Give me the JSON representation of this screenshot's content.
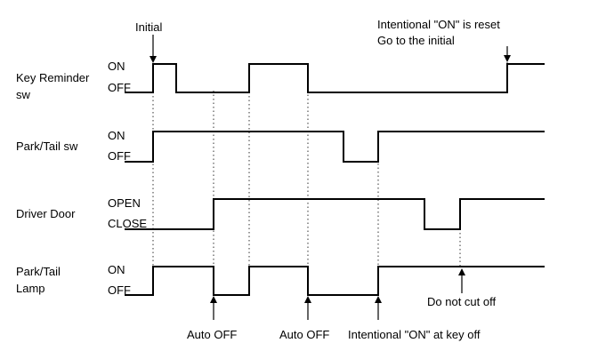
{
  "annotations": {
    "initial": "Initial",
    "reset_line1": "Intentional \"ON\" is reset",
    "reset_line2": "Go to the initial",
    "auto_off_1": "Auto OFF",
    "auto_off_2": "Auto OFF",
    "intentional_on": "Intentional \"ON\" at key off",
    "do_not_cut_off": "Do not cut off"
  },
  "signals": [
    {
      "name_lines": [
        "Key Reminder",
        "sw"
      ],
      "high_label": "ON",
      "low_label": "OFF",
      "start_level": "low",
      "levels": [
        "low",
        "high",
        "low",
        "high",
        "low",
        "high"
      ]
    },
    {
      "name_lines": [
        "Park/Tail sw"
      ],
      "high_label": "ON",
      "low_label": "OFF",
      "start_level": "low",
      "levels": [
        "low",
        "high",
        "low",
        "high"
      ]
    },
    {
      "name_lines": [
        "Driver Door"
      ],
      "high_label": "OPEN",
      "low_label": "CLOSE",
      "start_level": "low",
      "levels": [
        "low",
        "high",
        "low",
        "high"
      ]
    },
    {
      "name_lines": [
        "Park/Tail",
        "Lamp"
      ],
      "high_label": "ON",
      "low_label": "OFF",
      "start_level": "low",
      "levels": [
        "low",
        "high",
        "low",
        "high",
        "low",
        "high"
      ]
    }
  ]
}
